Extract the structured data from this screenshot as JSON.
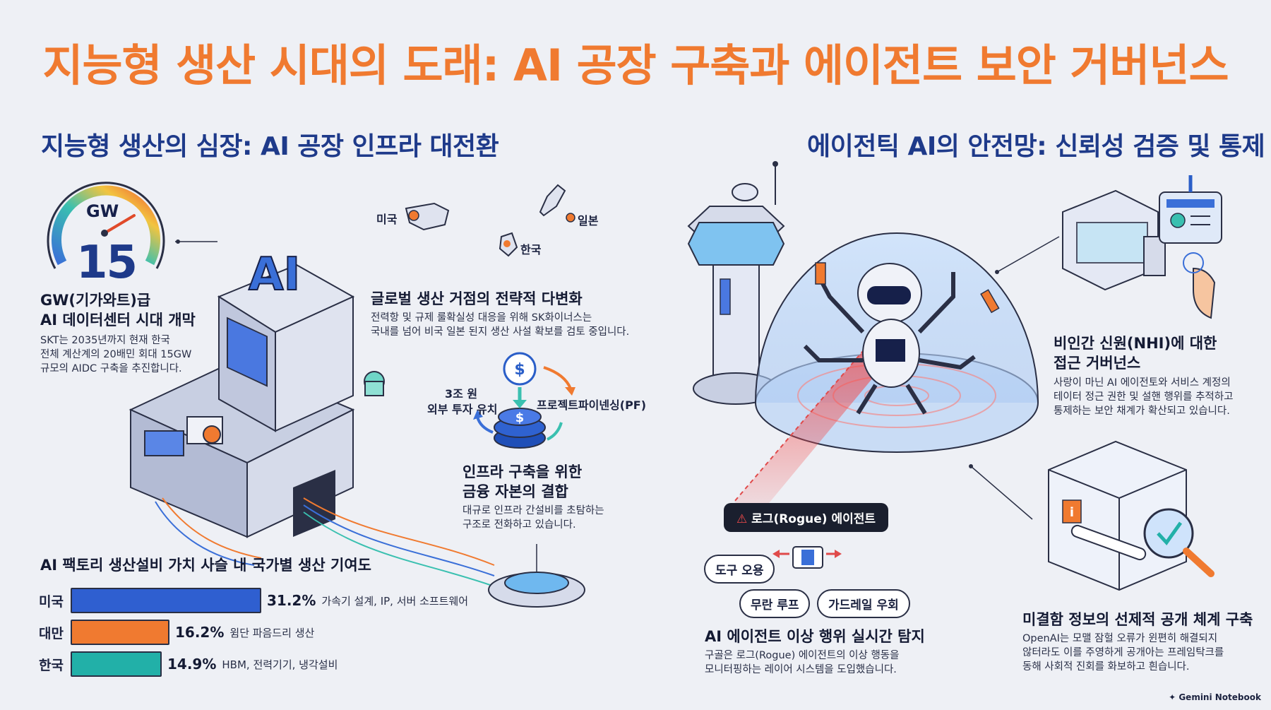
{
  "title": "지능형 생산 시대의 도래: AI 공장 구축과 에이전트 보안 거버넌스",
  "left": {
    "section_title": "지능형 생산의 심장: AI 공장 인프라 대전환",
    "gauge": {
      "unit": "GW",
      "value": "15"
    },
    "gw_heading_1": "GW(기가와트)급",
    "gw_heading_2": "AI 데이터센터 시대 개막",
    "gw_body_1": "SKT는 2035년까지 현재 한국",
    "gw_body_2": "전체 계산계의 20배민 회대 15GW",
    "gw_body_3": "규모의 AIDC 구축을 추진합니다.",
    "factory_logo": "AI",
    "map": {
      "us": "미국",
      "japan": "일본",
      "korea": "한국"
    },
    "global_heading": "글로벌 생산 거점의 전략적 다변화",
    "global_body_1": "전력항 및 규제 룰확실성 대응을 위해 SK화이너스는",
    "global_body_2": "국내를 넘어 비국 일본 된지 생산 사설 확보를 검토 중입니다.",
    "finance": {
      "invest_1": "3조 원",
      "invest_2": "외부 투자 유치",
      "pf": "프로젝트파이넨싱(PF)",
      "heading_1": "인프라 구축을 위한",
      "heading_2": "금융 자본의 결합",
      "body_1": "대규로 인프라 간설비를 초탐하는",
      "body_2": "구조로 전화하고 있습니다."
    }
  },
  "chart_data": {
    "type": "bar",
    "title": "AI 팩토리 생산설비 가치 사슬 내 국가별 생산 기여도",
    "categories": [
      "미국",
      "대만",
      "한국"
    ],
    "values": [
      31.2,
      16.2,
      14.9
    ],
    "value_labels": [
      "31.2%",
      "16.2%",
      "14.9%"
    ],
    "descriptions": [
      "가속기 설계, IP, 서버 소프트웨어",
      "윔단 파음드리 생산",
      "HBM, 전력기기, 냉각설비"
    ],
    "colors": [
      "#2f5fd0",
      "#f07a30",
      "#22b0a8"
    ]
  },
  "right": {
    "section_title": "에이전틱 AI의 안전망: 신뢰성 검증 및 통제",
    "nhi_heading_1": "비인간 신원(NHI)에 대한",
    "nhi_heading_2": "접근 거버넌스",
    "nhi_body_1": "사랑이 마닌 AI 에이전토와 서비스 계정의",
    "nhi_body_2": "테이터 정근 권한 및 설핸 행위를 추적하고",
    "nhi_body_3": "통제하는 보안 채계가 확산되고 있습니다.",
    "rogue_tag": "로그(Rogue) 에이전트",
    "tags": {
      "tool_misuse": "도구 오용",
      "infinite_loop": "무란 루프",
      "guardrail_bypass": "가드레일 우회"
    },
    "detect_heading": "AI 에이전트 이상 행위 실시간 탐지",
    "detect_body_1": "구골은 로그(Rogue) 에이전트의 이상 행동을",
    "detect_body_2": "모니터핑하는 레이어 시스템을 도입했습니다.",
    "disclosure_heading": "미결함 정보의 선제적 공개 체계 구축",
    "disclosure_body_1": "OpenAI는 모맬 잠헐 오류가 윈편히 해결되지",
    "disclosure_body_2": "않터라도 이를 주영하게 공개아는 프레임탁크를",
    "disclosure_body_3": "동해 사회적 진회를 화보하고 흰습니다."
  },
  "watermark": "Gemini Notebook"
}
